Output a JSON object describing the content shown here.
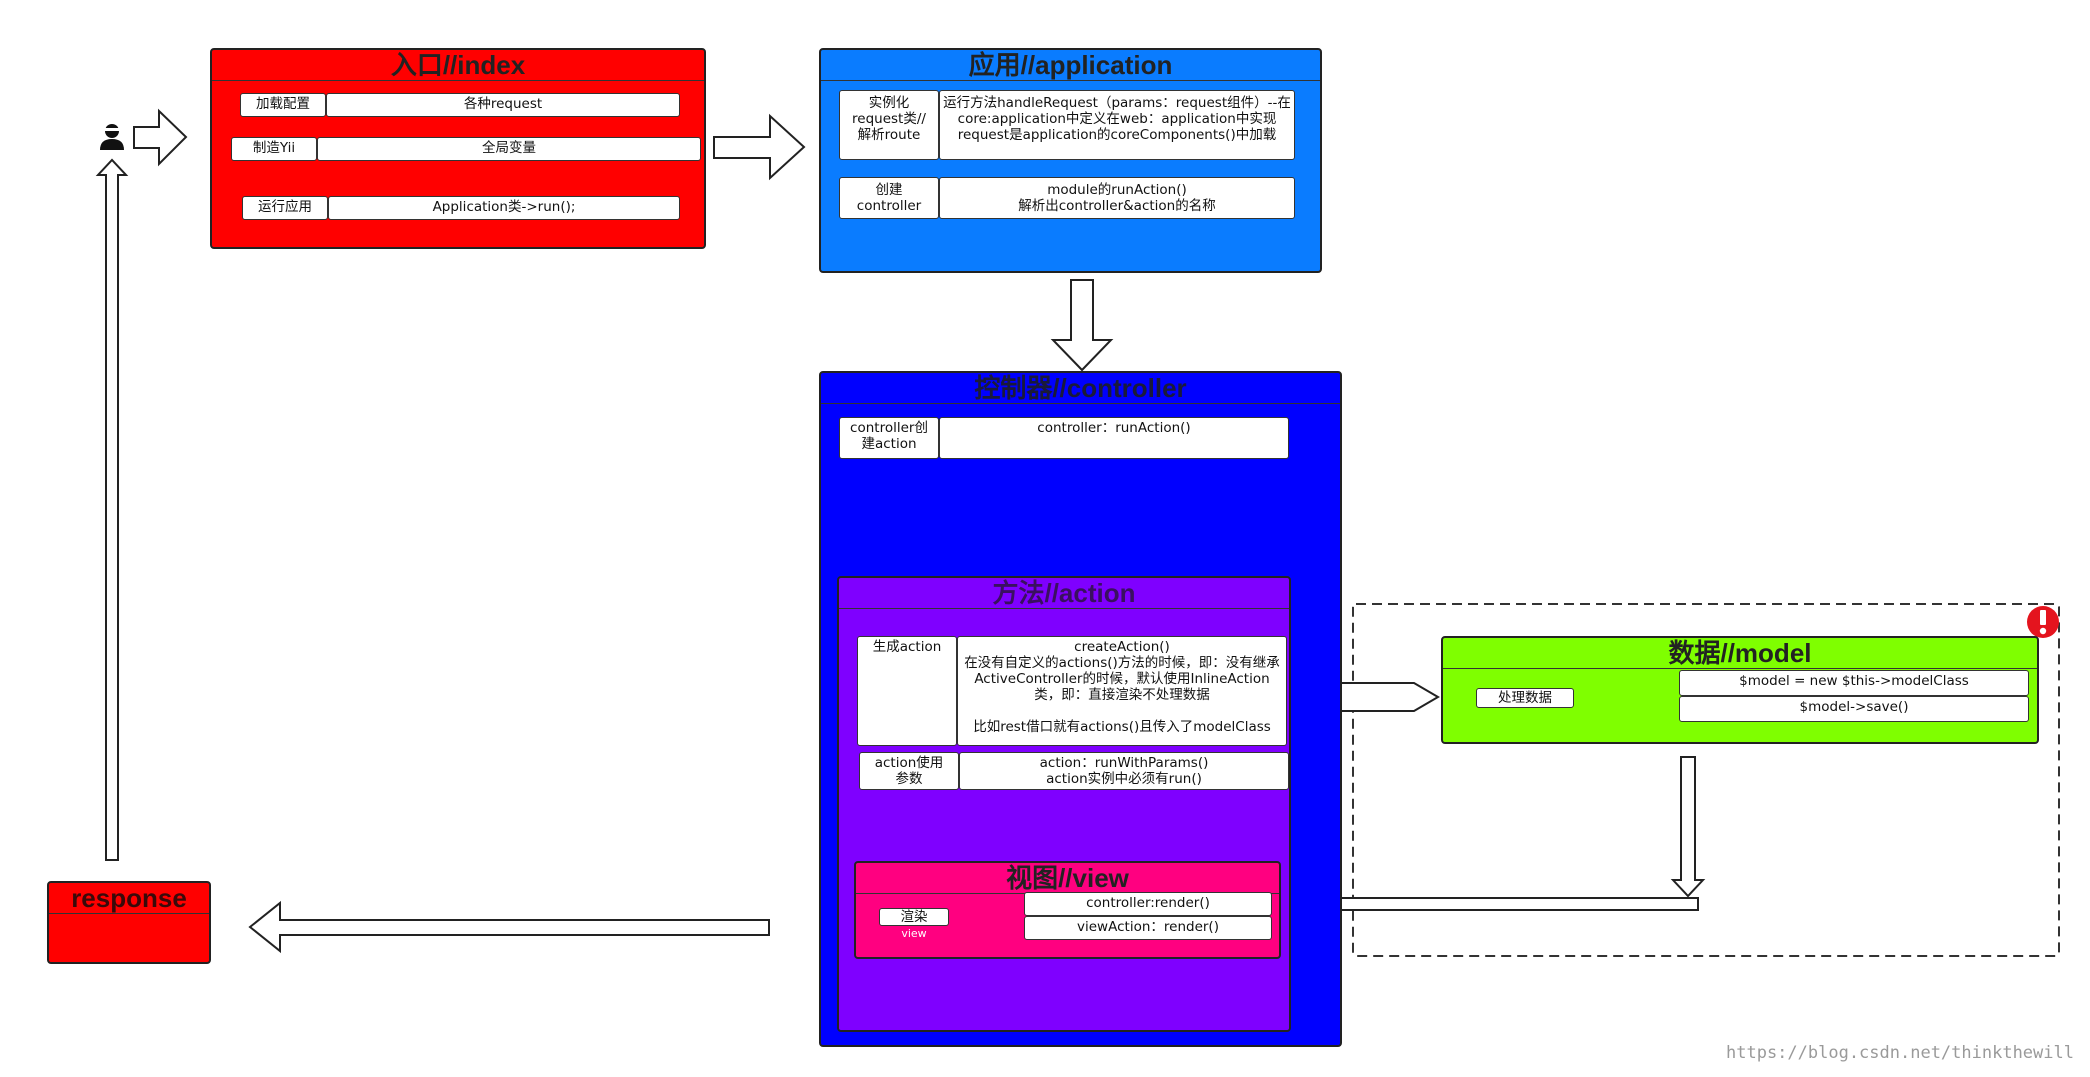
{
  "colors": {
    "index": "#ff0000",
    "application": "#0a7cff",
    "controller": "#0000ff",
    "action": "#7f00ff",
    "view": "#ff0080",
    "model": "#7fff00",
    "response": "#ff0000",
    "warning": "#e4141e"
  },
  "icons": {
    "user": "user-icon",
    "warning": "exclamation-icon"
  },
  "index": {
    "title": "入口//index",
    "rows": [
      {
        "label": "加载配置",
        "content": "各种request"
      },
      {
        "label": "制造Yii",
        "content": "全局变量"
      },
      {
        "label": "运行应用",
        "content": "Application类->run();"
      }
    ]
  },
  "application": {
    "title": "应用//application",
    "rows": [
      {
        "label": "实例化\nrequest类//\n解析route",
        "content": "运行方法handleRequest（params：request组件）--在\ncore:application中定义在web：application中实现\nrequest是application的coreComponents()中加载"
      },
      {
        "label": "创建\ncontroller",
        "content": "module的runAction()\n解析出controller&action的名称"
      }
    ]
  },
  "controller": {
    "title": "控制器//controller",
    "rows": [
      {
        "label": "controller创\n建action",
        "content": "controller：runAction()"
      }
    ]
  },
  "action": {
    "title": "方法//action",
    "rows": [
      {
        "label": "生成action",
        "content": "createAction()\n在没有自定义的actions()方法的时候，即：没有继承\nActiveController的时候，默认使用InlineAction\n类，即：直接渲染不处理数据\n\n比如rest借口就有actions()且传入了modelClass"
      },
      {
        "label": "action使用\n参数",
        "content": "action：runWithParams()\naction实例中必须有run()"
      }
    ]
  },
  "view": {
    "title": "视图//view",
    "label": "渲染",
    "sublabel": "view",
    "rows": [
      "controller:render()",
      "viewAction：render()"
    ]
  },
  "model": {
    "title": "数据//model",
    "label": "处理数据",
    "rows": [
      "$model = new $this->modelClass",
      "$model->save()"
    ]
  },
  "response": {
    "title": "response"
  },
  "watermark": "https://blog.csdn.net/thinkthewill"
}
